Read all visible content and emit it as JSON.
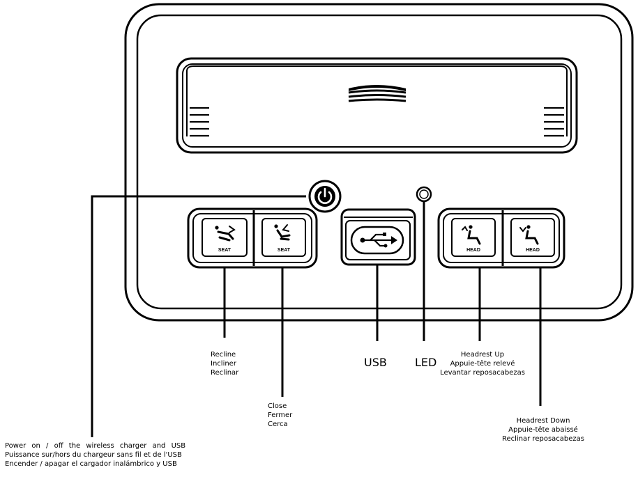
{
  "panel": {
    "seat_buttons": [
      {
        "caption": "SEAT",
        "icon": "recline-seat-icon"
      },
      {
        "caption": "SEAT",
        "icon": "close-seat-icon"
      }
    ],
    "head_buttons": [
      {
        "caption": "HEAD",
        "icon": "headrest-up-icon"
      },
      {
        "caption": "HEAD",
        "icon": "headrest-down-icon"
      }
    ],
    "power_icon": "power-icon",
    "usb_icon": "usb-icon"
  },
  "callouts": {
    "recline": [
      "Recline",
      "Incliner",
      "Reclinar"
    ],
    "close": [
      "Close",
      "Fermer",
      "Cerca"
    ],
    "usb": "USB",
    "led": "LED",
    "headrest_up": [
      "Headrest Up",
      "Appuie-tête relevé",
      "Levantar reposacabezas"
    ],
    "headrest_down": [
      "Headrest Down",
      "Appuie-tête abaissé",
      "Reclinar reposacabezas"
    ],
    "power": [
      "Power on / off the wireless charger and USB",
      "Puissance sur/hors du chargeur sans fil et de l'USB",
      "Encender / apagar el cargador inalámbrico y USB"
    ]
  }
}
